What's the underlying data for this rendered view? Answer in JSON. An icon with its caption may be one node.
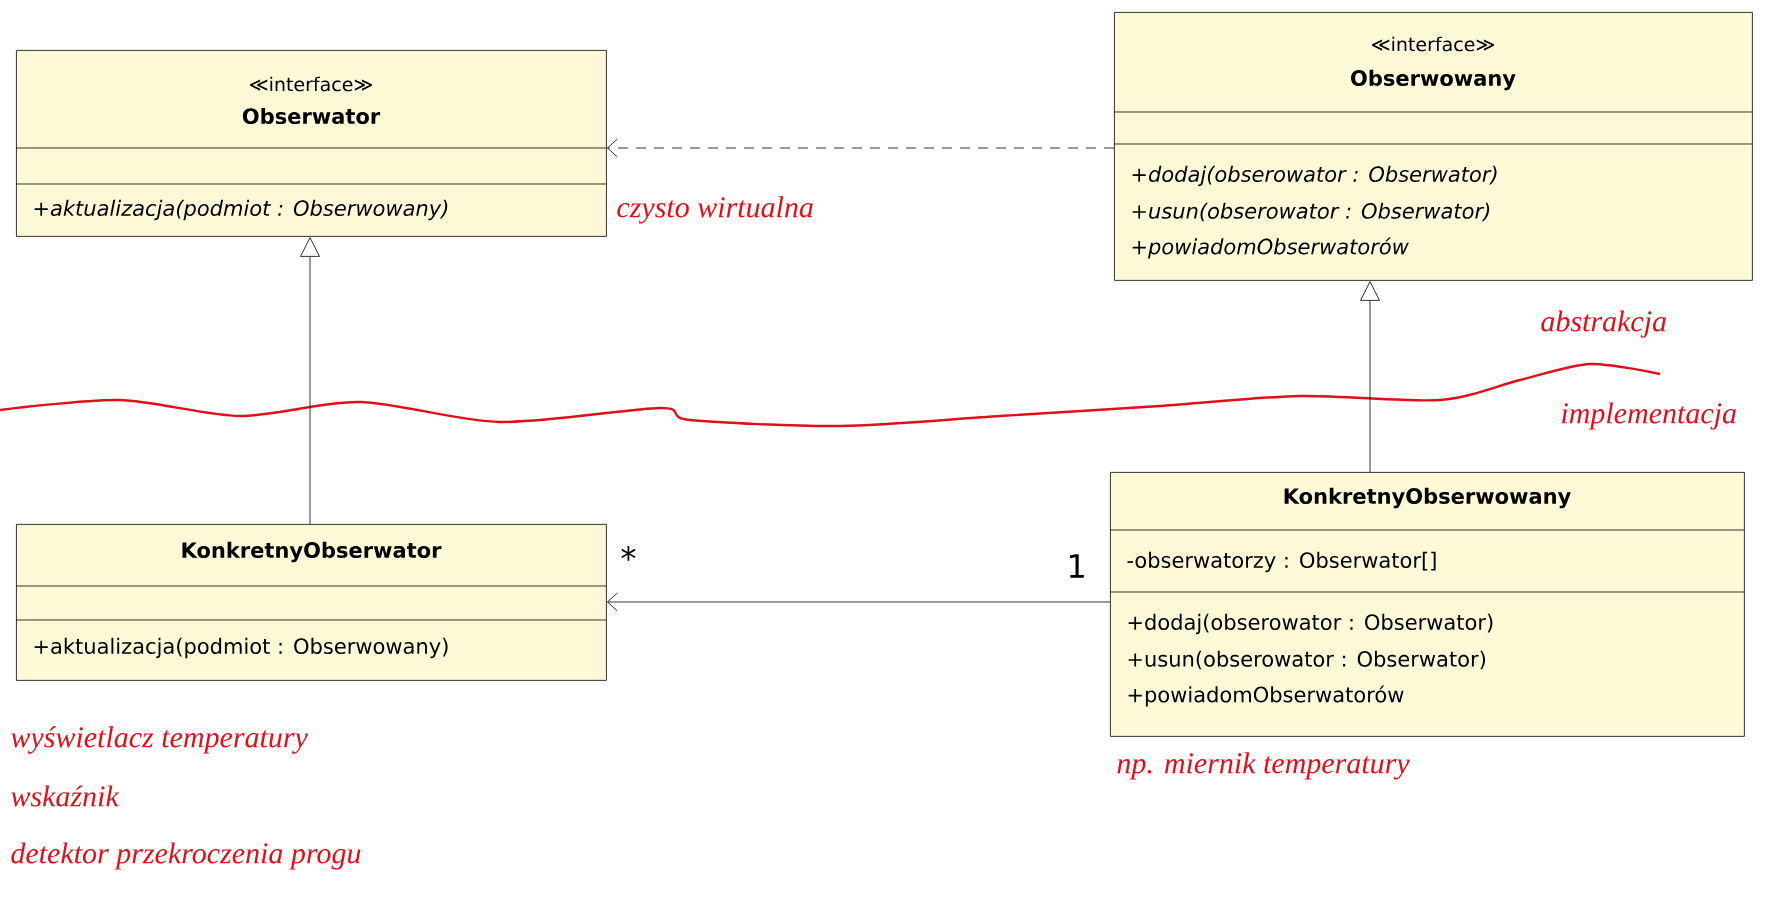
{
  "diagram": {
    "nodes": [
      {
        "text": [
          "≪interface≫",
          "Obserwator",
          "+aktualizacja(podmiot : Obserwowany)"
        ]
      },
      {
        "text": [
          "≪interface≫",
          "Obserwowany",
          "+dodaj(obserowator : Obserwator)",
          "+usun(obserowator : Obserwator)",
          "+powiadomObserwatorów"
        ]
      },
      {
        "text": [
          "KonkretnyObserwator",
          "+aktualizacja(podmiot : Obserwowany)"
        ]
      },
      {
        "text": [
          "KonkretnyObserwowany",
          "-obserwatorzy : Obserwator[]",
          "+dodaj(obserowator : Obserwator)",
          "+usun(obserowator : Obserwator)",
          "+powiadomObserwatorów"
        ]
      }
    ],
    "edges": [
      {
        "from": 1,
        "to": 0,
        "arrow": "to",
        "style": "dashed"
      },
      {
        "from": 2,
        "to": 0,
        "arrow": "to"
      },
      {
        "from": 3,
        "to": 1,
        "arrow": "to"
      },
      {
        "from": 3,
        "to": 2,
        "arrow": "to"
      }
    ],
    "labels": [
      "czysto wirtualna",
      "abstrakcja",
      "implementacja",
      "*",
      "1",
      "wyświetlacz temperatury",
      "wskaźnik",
      "np. miernik temperatury",
      "detektor przekroczenia progu"
    ]
  }
}
